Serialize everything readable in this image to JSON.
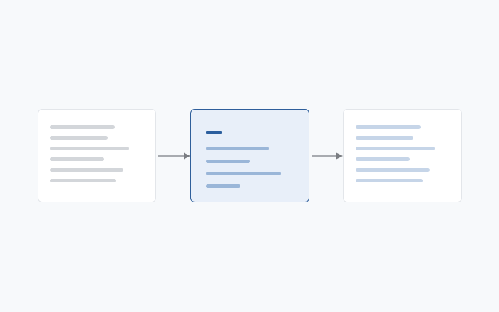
{
  "diagram": {
    "colors": {
      "background": "#f7f9fb",
      "card_fill": "#ffffff",
      "card_border": "#e3e6ea",
      "highlight_fill": "#e8eff9",
      "highlight_border": "#2f5f9b",
      "accent": "#2c5f9e",
      "arrow": "#7a7d82"
    },
    "panels": [
      {
        "id": "left",
        "style": "plain",
        "placeholder_lines": 6
      },
      {
        "id": "center",
        "style": "highlighted",
        "placeholder_lines": 4,
        "has_accent_bar": true
      },
      {
        "id": "right",
        "style": "plain-blue-tint",
        "placeholder_lines": 6
      }
    ],
    "connectors": [
      {
        "from": "left",
        "to": "center",
        "type": "arrow"
      },
      {
        "from": "center",
        "to": "right",
        "type": "arrow"
      }
    ]
  }
}
